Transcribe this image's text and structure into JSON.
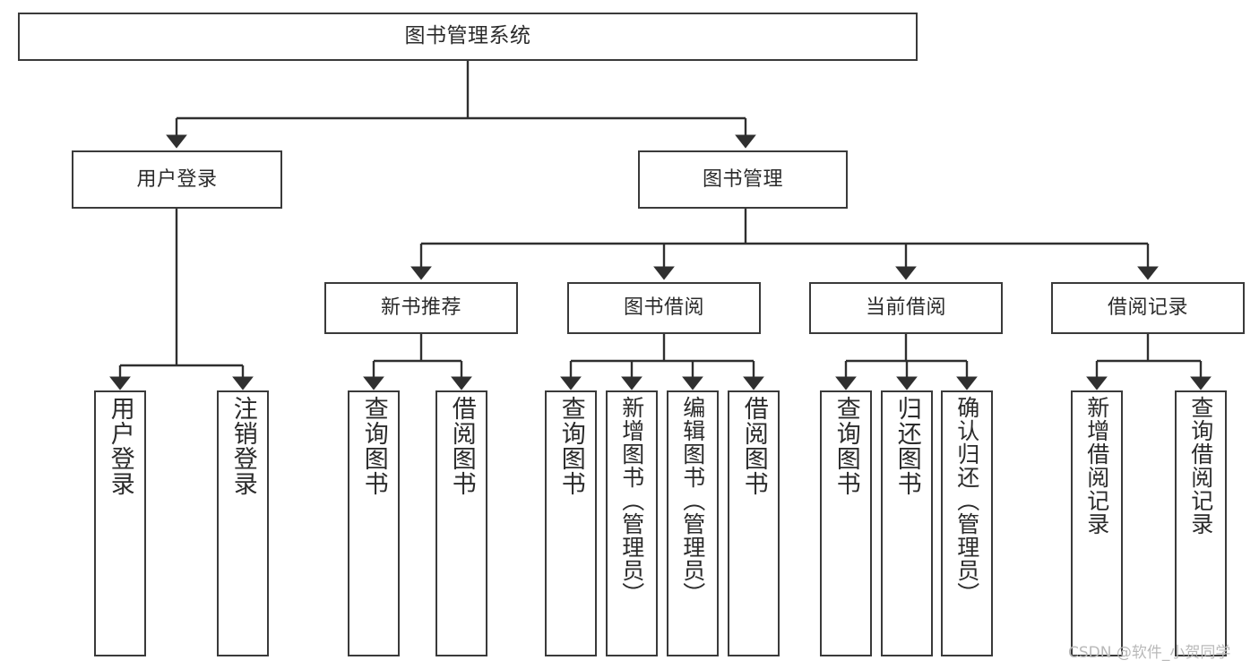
{
  "diagram": {
    "title": "图书管理系统",
    "type": "tree-hierarchy-chart",
    "orientation": "top-down",
    "colors": {
      "background": "#ffffff",
      "node_border": "#3a3a3a",
      "node_fill": "#ffffff",
      "text": "#2b2b2b",
      "edge": "#2f2f2f",
      "watermark": "#b9b9b9"
    },
    "watermark": "CSDN @软件_小贺同学",
    "levels": {
      "root": {
        "label": "图书管理系统"
      },
      "level2": [
        {
          "label": "用户登录"
        },
        {
          "label": "图书管理"
        }
      ],
      "level3": [
        {
          "label": "新书推荐"
        },
        {
          "label": "图书借阅"
        },
        {
          "label": "当前借阅"
        },
        {
          "label": "借阅记录"
        }
      ],
      "leaves": {
        "user_login": [
          {
            "label": "用户登录"
          },
          {
            "label": "注销登录"
          }
        ],
        "new_book_recommend": [
          {
            "label": "查询图书"
          },
          {
            "label": "借阅图书"
          }
        ],
        "book_borrow": [
          {
            "label": "查询图书"
          },
          {
            "label": "新增图书（管理员）"
          },
          {
            "label": "编辑图书（管理员）"
          },
          {
            "label": "借阅图书"
          }
        ],
        "current_borrow": [
          {
            "label": "查询图书"
          },
          {
            "label": "归还图书"
          },
          {
            "label": "确认归还（管理员）"
          }
        ],
        "borrow_record": [
          {
            "label": "新增借阅记录"
          },
          {
            "label": "查询借阅记录"
          }
        ]
      }
    }
  }
}
